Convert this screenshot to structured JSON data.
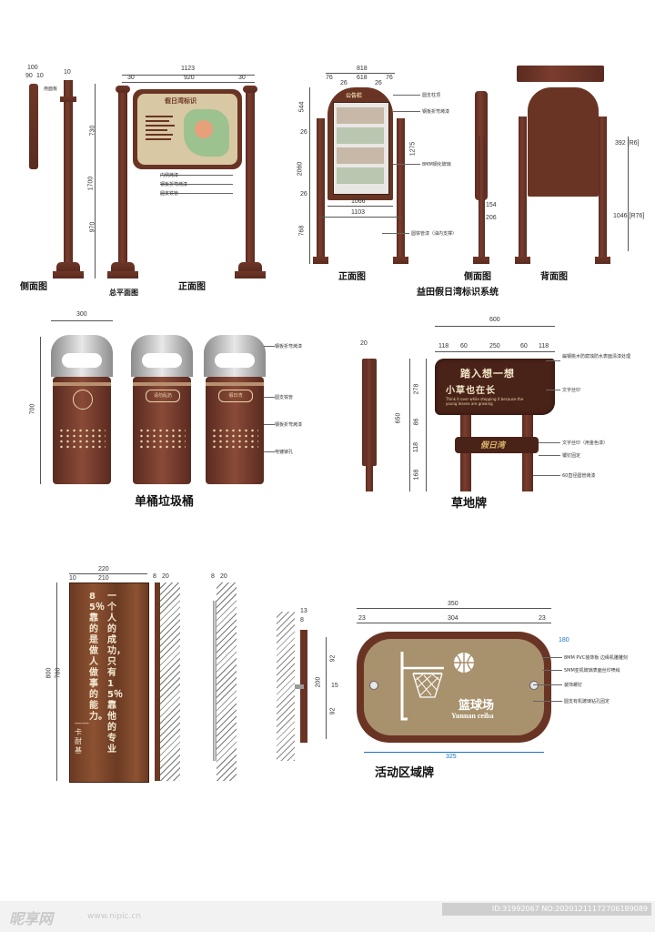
{
  "section1": {
    "side_dims": [
      "100",
      "90",
      "10"
    ],
    "side_note": "用面板",
    "top_total": "1123",
    "top_parts": [
      "30",
      "920",
      "30"
    ],
    "vert_dims": [
      "730",
      "1700",
      "970"
    ],
    "board_title": "假日湾标识",
    "notes": [
      "内侧烤漆",
      "钢板折弯烤漆",
      "圆支铁管"
    ],
    "labels": [
      "侧面图",
      "总平面图",
      "正面图"
    ]
  },
  "section2": {
    "top_total": "818",
    "top_parts": [
      "76",
      "618",
      "76"
    ],
    "top_small": [
      "26",
      "26"
    ],
    "top_label": "公告栏",
    "left_dims": [
      "544",
      "26",
      "2060",
      "26",
      "768"
    ],
    "mid_dims": [
      "1275"
    ],
    "inner_width": "1066",
    "outer_width": "1103",
    "notes": [
      "圆支柱顶",
      "钢板折弯烤漆",
      "8MM钢化玻璃",
      "圆铁管漆（油内支撑）"
    ],
    "side_dims": [
      "154",
      "206"
    ],
    "right_dims": [
      "392 [R6]",
      "1046 [R76]"
    ],
    "labels": [
      "正面图",
      "侧面图",
      "背面图"
    ],
    "subtitle": "益田假日湾标识系统"
  },
  "bin": {
    "dim_width": "300",
    "dim_height": "700",
    "center_label": "请勿乱扔",
    "right_label": "假日湾",
    "notes": [
      "钢板折弯烤漆",
      "圆支铁管",
      "钢板折弯烤漆",
      "电镀铆孔"
    ],
    "title": "单桶垃圾桶"
  },
  "grass": {
    "top_total": "600",
    "top_parts": [
      "118",
      "60",
      "250",
      "60",
      "118"
    ],
    "left_dim": "20",
    "height_total": "650",
    "height_parts": [
      "278",
      "86",
      "118",
      "168"
    ],
    "line1": "踏入想一想",
    "line2": "小草也在长",
    "line_en": "Think it over while stepping it because the young leaves are growing",
    "logo": "假日湾",
    "notes": [
      "扁钢桃木防腐蚀防水表面清漆处理",
      "文字丝印",
      "文字丝印（用金色漆）",
      "镶钉固定",
      "60直径圆管烤漆"
    ],
    "title": "草地牌"
  },
  "quote": {
    "top_total": "220",
    "top_parts": [
      "10",
      "210"
    ],
    "left_dims": [
      "800",
      "780"
    ],
    "side_dims": [
      "8",
      "20"
    ],
    "side_dims2": [
      "8",
      "20"
    ],
    "col1": "一个人的成功，只有15％靠他的专业",
    "col2": "85％靠的是做人做事的能力。",
    "author": "——卡耐基"
  },
  "court": {
    "top_total": "350",
    "top_parts": [
      "23",
      "304",
      "23"
    ],
    "left_dims": [
      "13",
      "8"
    ],
    "height_total": "200",
    "height_parts": [
      "92",
      "15",
      "92"
    ],
    "right_dim": "180",
    "bottom_dim": "325",
    "name": "篮球场",
    "name_en": "Yunnan ceiba",
    "notes": [
      "8MM PVC装饰板  边缘机雕雕刻",
      "5MM亚机玻璃表面丝印喷绘",
      "装饰螺钉",
      "圆支有机玻璃钻孔固定"
    ],
    "title": "活动区域牌"
  },
  "footer": {
    "brand": "昵享网",
    "url": "www.nipic.cn",
    "id": "ID:31992067 NO:20201211172706189089"
  },
  "colors": {
    "wood_dark": "#5a2b20",
    "wood_mid": "#7a3d2e",
    "board_tan": "#d8c8a3",
    "court_tan": "#a8916d",
    "frame_brown": "#6a3424"
  }
}
